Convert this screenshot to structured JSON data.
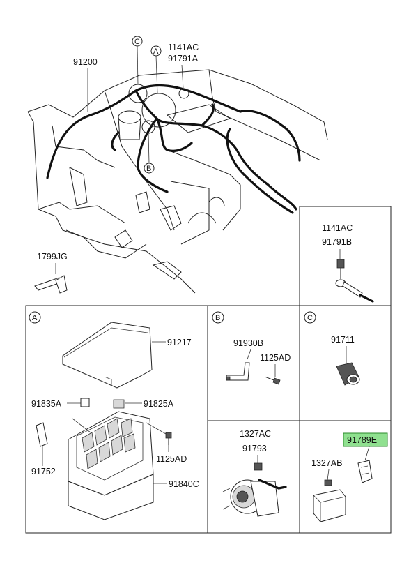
{
  "main_view": {
    "labels": {
      "harness_main": "91200",
      "bolt_top": "1141AC",
      "terminal_top": "91791A",
      "clip_left": "1799JG"
    },
    "callouts": {
      "a": "A",
      "b": "B",
      "c": "C"
    }
  },
  "detail_terminal": {
    "bolt": "1141AC",
    "terminal": "91791B"
  },
  "panel_a": {
    "marker": "A",
    "labels": {
      "cover": "91217",
      "fuse_small": "91835A",
      "relay": "91825A",
      "fuse_link": "91752",
      "bolt": "1125AD",
      "box": "91840C"
    }
  },
  "panel_b": {
    "marker": "B",
    "labels": {
      "bracket": "91930B",
      "bolt": "1125AD"
    }
  },
  "panel_c": {
    "marker": "C",
    "labels": {
      "grommet": "91711"
    }
  },
  "panel_alt": {
    "labels": {
      "nut": "1327AC",
      "terminal": "91793"
    }
  },
  "panel_batt": {
    "labels": {
      "nut": "1327AB",
      "fuse": "91789E"
    },
    "highlight_color": "#8fe08f"
  }
}
